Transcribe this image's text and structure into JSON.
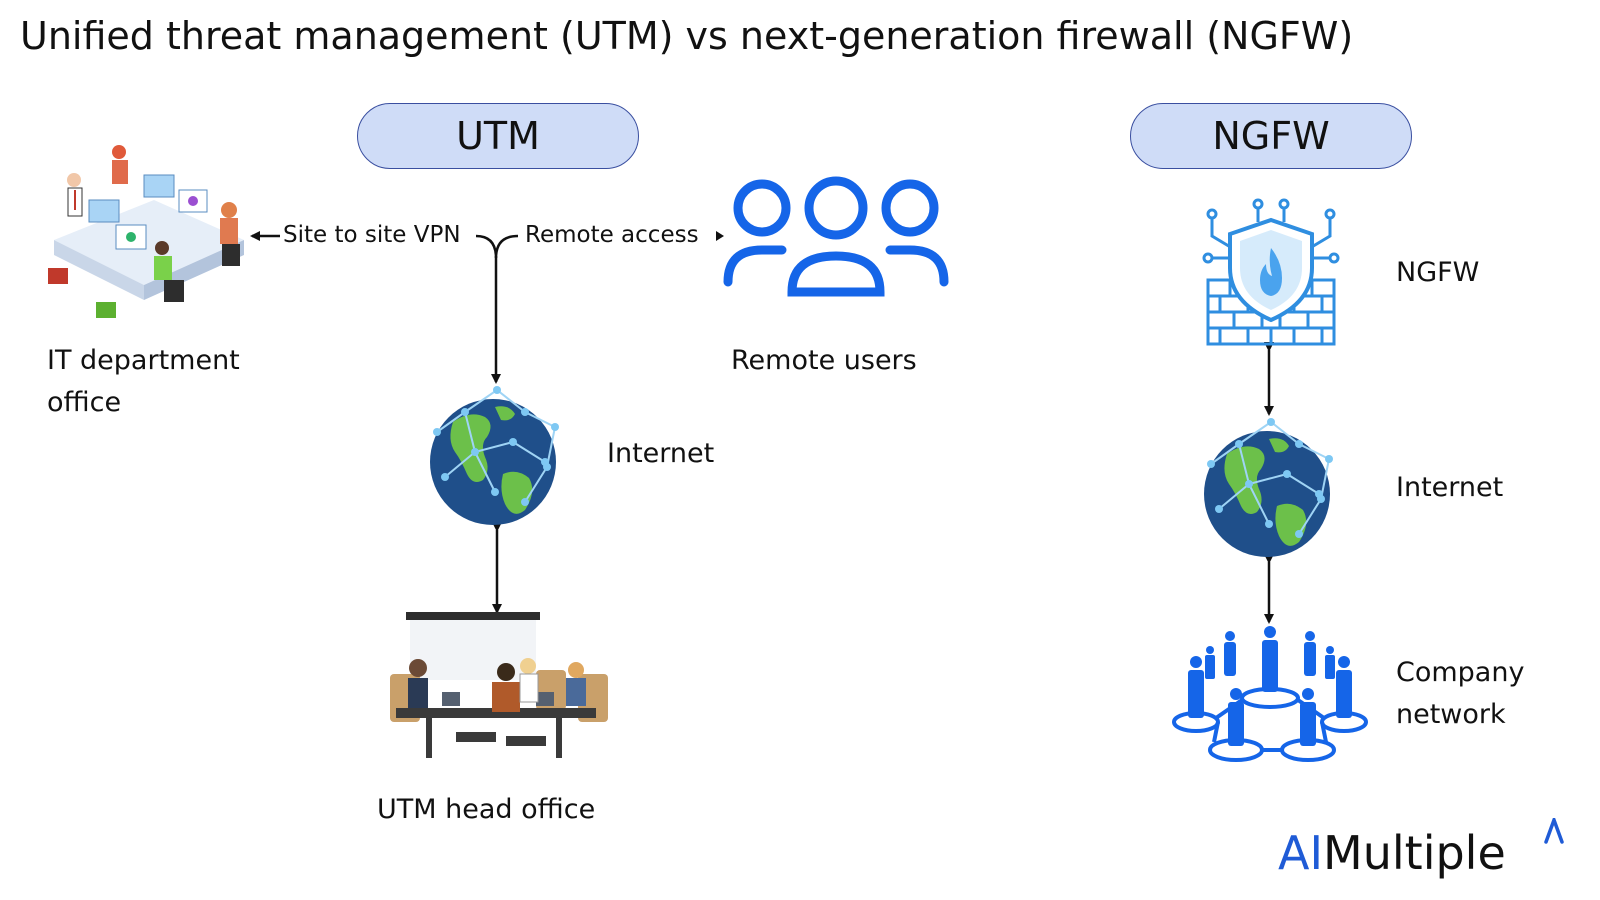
{
  "title": "Unified threat management (UTM) vs next-generation firewall (NGFW)",
  "utm": {
    "header": "UTM",
    "it_office_label": "IT department office",
    "site_vpn_label": "Site to site VPN",
    "remote_access_label": "Remote access",
    "remote_users_label": "Remote users",
    "internet_label": "Internet",
    "head_office_label": "UTM head office"
  },
  "ngfw": {
    "header": "NGFW",
    "firewall_label": "NGFW",
    "internet_label": "Internet",
    "company_network_label": "Company network"
  },
  "brand": {
    "ai": "AI",
    "rest": "Multiple"
  },
  "colors": {
    "pill_fill": "#cfdcf7",
    "pill_border": "#3a4fa0",
    "icon_blue": "#1565e8",
    "firewall_blue": "#2f8ee0",
    "brand_blue": "#1f5bd6"
  }
}
